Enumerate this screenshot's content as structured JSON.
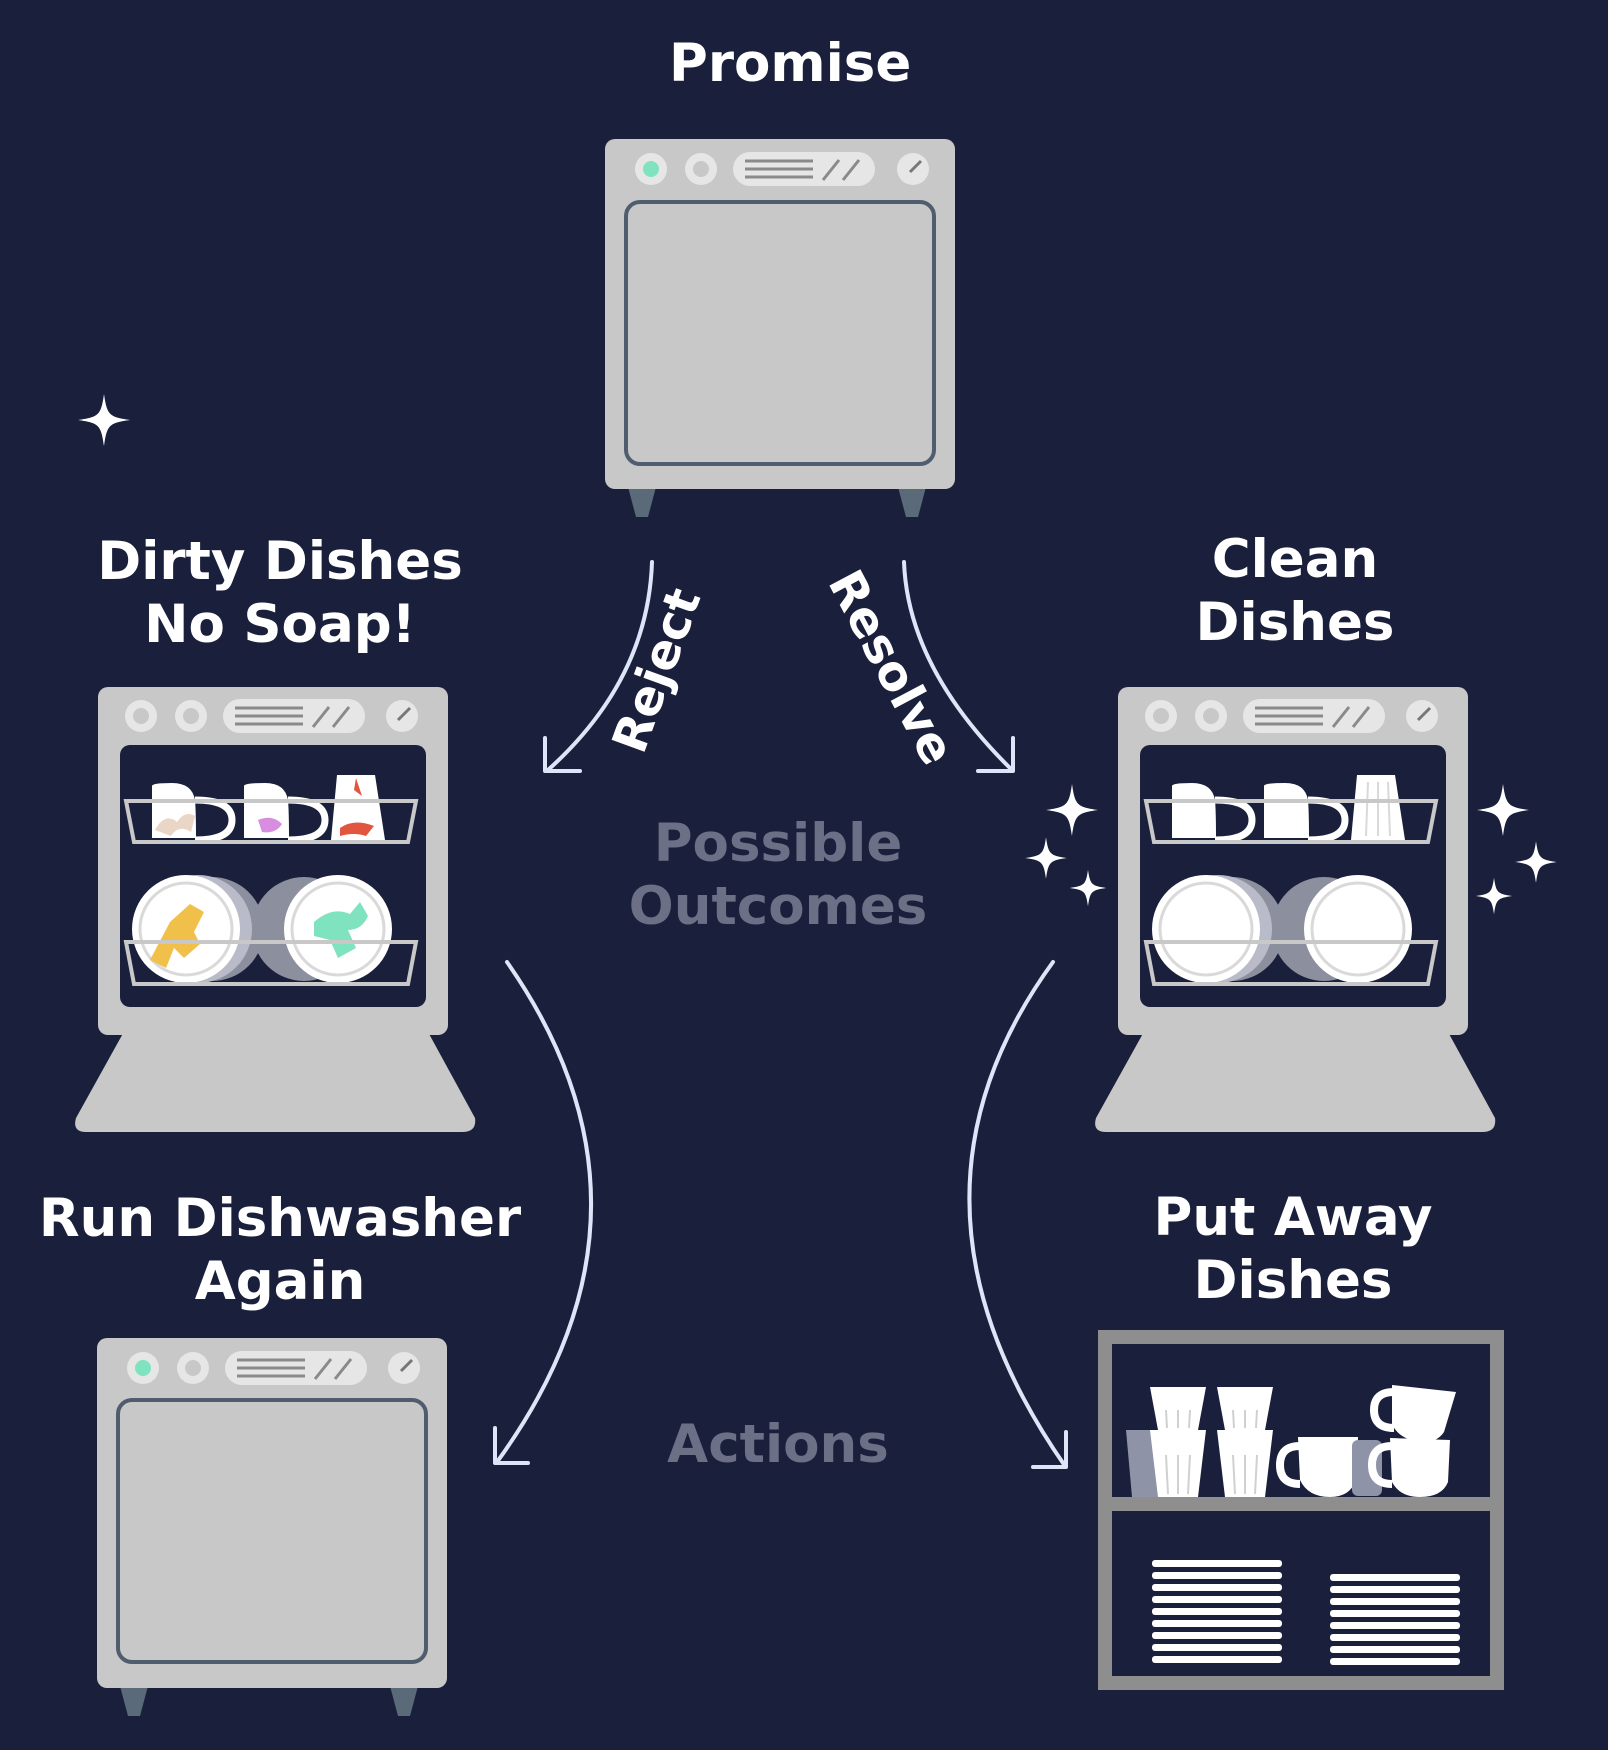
{
  "promise": {
    "title": "Promise"
  },
  "outcomes": {
    "dirty": {
      "line1": "Dirty Dishes",
      "line2": "No Soap!"
    },
    "clean": {
      "line1": "Clean",
      "line2": "Dishes"
    },
    "center_label": {
      "line1": "Possible",
      "line2": "Outcomes"
    }
  },
  "transitions": {
    "reject": "Reject",
    "resolve": "Resolve"
  },
  "actions": {
    "rerun": {
      "line1": "Run Dishwasher",
      "line2": "Again"
    },
    "put_away": {
      "line1": "Put Away",
      "line2": "Dishes"
    },
    "center_label": "Actions"
  },
  "colors": {
    "background": "#1a1f3b",
    "appliance": "#c8c8c8",
    "appliance_border": "#4f5d6e",
    "feet": "#5a6a78",
    "indicator_on": "#7fe3c0",
    "arrow": "#dde6f8",
    "muted_label": "#6b7087",
    "sparkle": "#ffffff"
  }
}
